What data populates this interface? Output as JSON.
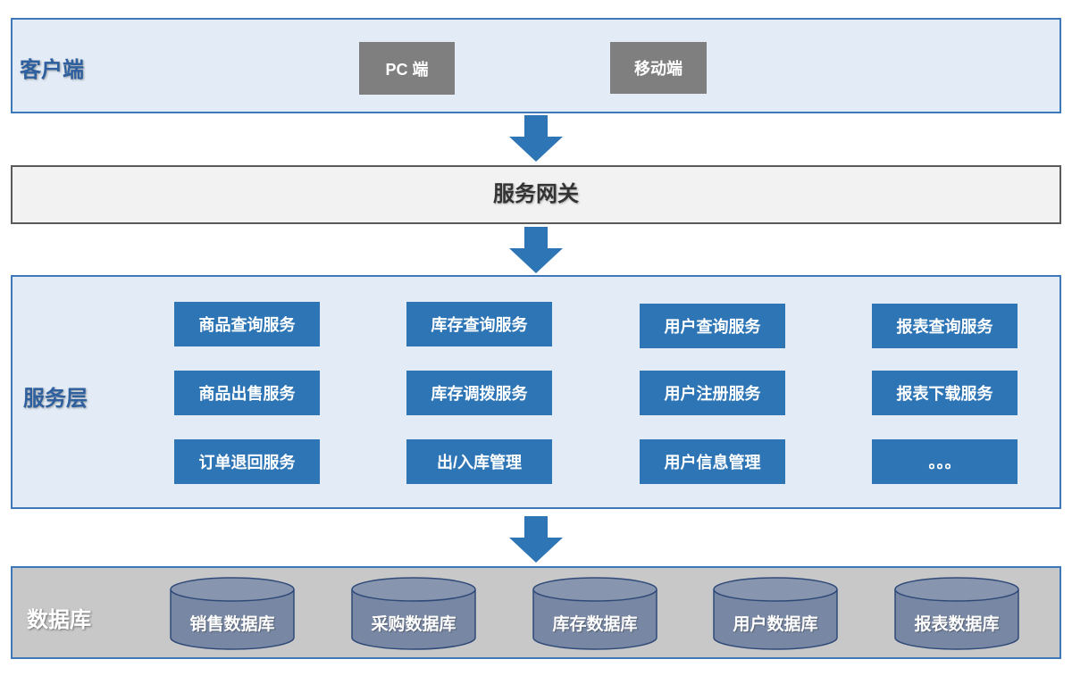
{
  "client_layer": {
    "label": "客户端",
    "boxes": [
      "PC 端",
      "移动端"
    ]
  },
  "gateway": {
    "label": "服务网关"
  },
  "service_layer": {
    "label": "服务层",
    "services": [
      [
        "商品查询服务",
        "库存查询服务",
        "用户查询服务",
        "报表查询服务"
      ],
      [
        "商品出售服务",
        "库存调拨服务",
        "用户注册服务",
        "报表下载服务"
      ],
      [
        "订单退回服务",
        "出/入库管理",
        "用户信息管理",
        "。。。"
      ]
    ]
  },
  "db_layer": {
    "label": "数据库",
    "databases": [
      "销售数据库",
      "采购数据库",
      "库存数据库",
      "用户数据库",
      "报表数据库"
    ]
  },
  "colors": {
    "layer_border": "#3d78b8",
    "layer_fill": "#e3ecf6",
    "service_box": "#2e75b6",
    "client_box": "#7f7f7f",
    "arrow": "#2e75b6",
    "db_cylinder": "#7887a3"
  }
}
